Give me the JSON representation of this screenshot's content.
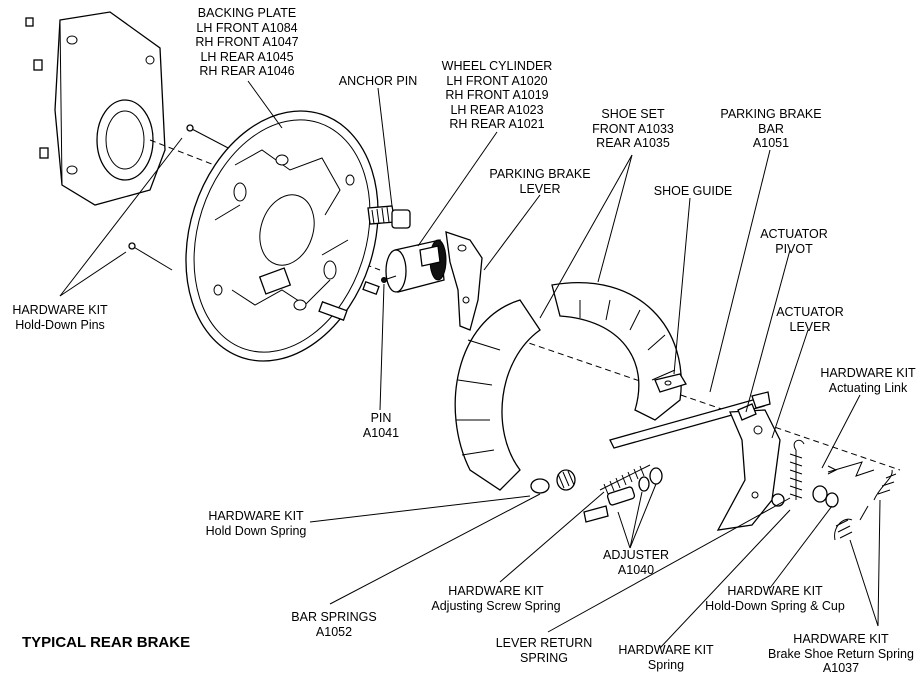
{
  "title": "TYPICAL REAR BRAKE",
  "labels": {
    "backing_plate": [
      "BACKING PLATE",
      "LH FRONT A1084",
      "RH FRONT A1047",
      "LH REAR A1045",
      "RH REAR A1046"
    ],
    "anchor_pin": [
      "ANCHOR PIN"
    ],
    "wheel_cylinder": [
      "WHEEL CYLINDER",
      "LH FRONT A1020",
      "RH FRONT A1019",
      "LH REAR A1023",
      "RH REAR A1021"
    ],
    "shoe_set": [
      "SHOE SET",
      "FRONT A1033",
      "REAR A1035"
    ],
    "parking_brake_bar": [
      "PARKING BRAKE",
      "BAR",
      "A1051"
    ],
    "parking_brake_lever": [
      "PARKING BRAKE",
      "LEVER"
    ],
    "shoe_guide": [
      "SHOE GUIDE"
    ],
    "actuator_pivot": [
      "ACTUATOR",
      "PIVOT"
    ],
    "actuator_lever": [
      "ACTUATOR",
      "LEVER"
    ],
    "hk_actuating_link": [
      "HARDWARE KIT",
      "Actuating Link"
    ],
    "hk_hold_down_pins": [
      "HARDWARE KIT",
      "Hold-Down Pins"
    ],
    "pin": [
      "PIN",
      "A1041"
    ],
    "hk_hold_down_spring": [
      "HARDWARE KIT",
      "Hold Down Spring"
    ],
    "adjuster": [
      "ADJUSTER",
      "A1040"
    ],
    "hk_adjusting_screw_spring": [
      "HARDWARE KIT",
      "Adjusting Screw Spring"
    ],
    "hk_hold_down_spring_cup": [
      "HARDWARE KIT",
      "Hold-Down Spring & Cup"
    ],
    "bar_springs": [
      "BAR SPRINGS",
      "A1052"
    ],
    "lever_return_spring": [
      "LEVER RETURN",
      "SPRING"
    ],
    "hk_spring": [
      "HARDWARE KIT",
      "Spring"
    ],
    "hk_brake_shoe_return_spring": [
      "HARDWARE KIT",
      "Brake Shoe Return Spring",
      "A1037"
    ]
  }
}
